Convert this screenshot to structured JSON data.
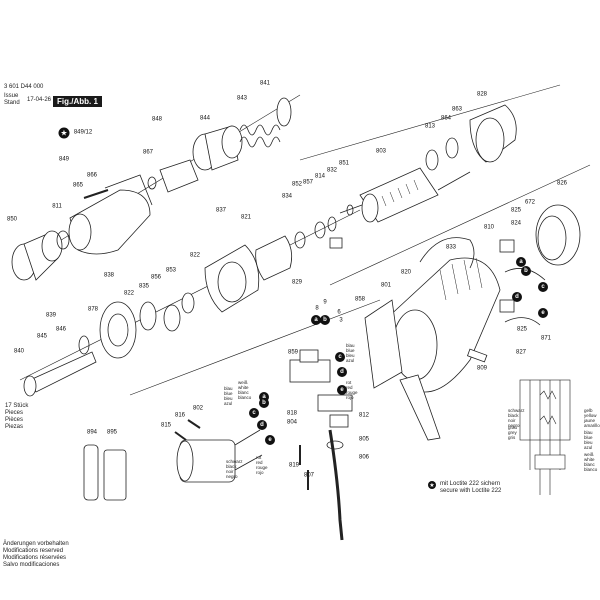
{
  "header": {
    "part_number": "3 601 D44 000",
    "issue_label": "Issue\nStand",
    "issue_date": "17-04-26",
    "figure_label": "Fig./Abb. 1"
  },
  "star_ref": "849/12",
  "callouts": {
    "c841": "841",
    "c843": "843",
    "c844": "844",
    "c848": "848",
    "c867": "867",
    "c849": "849",
    "c865": "865",
    "c866": "866",
    "c811": "811",
    "c850": "850",
    "c837": "837",
    "c821": "821",
    "c822a": "822",
    "c834": "834",
    "c852": "852",
    "c857": "857",
    "c814": "814",
    "c832": "832",
    "c851": "851",
    "c803": "803",
    "c813": "813",
    "c864": "864",
    "c863": "863",
    "c828": "828",
    "c826": "826",
    "c672": "672",
    "c825a": "825",
    "c810": "810",
    "c824": "824",
    "c833": "833",
    "c820": "820",
    "c801": "801",
    "c858": "858",
    "c838": "838",
    "c878": "878",
    "c856": "856",
    "c853": "853",
    "c835": "835",
    "c822b": "822",
    "c839": "839",
    "c846": "846",
    "c845": "845",
    "c840": "840",
    "c829": "829",
    "c859": "859",
    "c818": "818",
    "c804": "804",
    "c812": "812",
    "c805": "805",
    "c806": "806",
    "c819": "819",
    "c807": "807",
    "c802": "802",
    "c816": "816",
    "c815": "815",
    "c894": "894",
    "c895": "895",
    "c809": "809",
    "c827": "827",
    "c825b": "825",
    "c871": "871",
    "c8a": "8",
    "c9a": "9",
    "c6a": "6",
    "c3a": "3"
  },
  "stueck": "17 Stück\nPieces\nPièces\nPiezas",
  "changes_note": "Änderungen vorbehalten\nModifications reserved\nModifications réservées\nSalvo modificaciones",
  "loctite_note": "mit Loctite 222 sichern\nsecure with Loctite 222",
  "wire_labels": {
    "w1": "weiß\nwhite\nblanc\nblanco",
    "w2": "blau\nblue\nbleu\nazul",
    "w3": "blau\nblue\nbleu\nazul",
    "w4": "rot\nred\nrouge\nrojo",
    "w5": "schwarz\nblack\nnoir\nnegro",
    "w6": "schwarz\nblack\nnoir\nnegro",
    "w7": "gelb\nyellow\njaune\namarillo",
    "w8": "grau\ngrey\ngris",
    "w9": "blau\nblue\nbleu\nazul",
    "w10": "rot\nred\nrouge\nrojo",
    "w11": "weiß\nwhite\nblanc\nblanco"
  },
  "connectors": {
    "a1": "a",
    "b1": "b",
    "c1": "c",
    "d1": "d",
    "e1": "e",
    "a2": "a",
    "b2": "b",
    "c2": "c",
    "d2": "d",
    "e2": "e",
    "a3": "a",
    "b3": "b",
    "c3": "c",
    "d3": "d",
    "e3": "e"
  }
}
